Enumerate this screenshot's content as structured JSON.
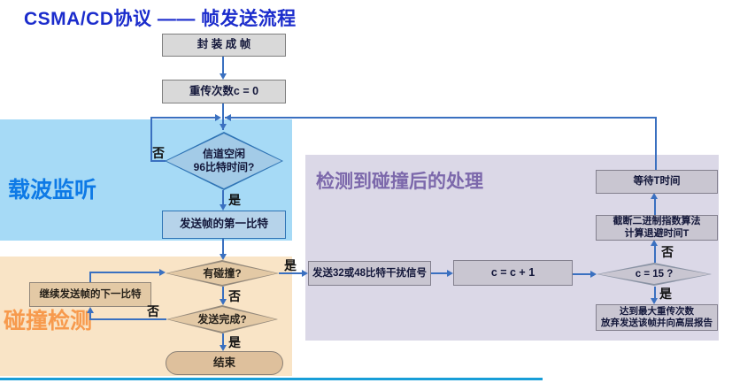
{
  "slide": {
    "title": "CSMA/CD协议 —— 帧发送流程"
  },
  "regions": {
    "carrier_sense": {
      "label": "载波监听"
    },
    "collision_detect": {
      "label": "碰撞检测"
    },
    "post_collision": {
      "label": "检测到碰撞后的处理"
    }
  },
  "nodes": {
    "encapsulate": "封 装 成 帧",
    "retry_zero": "重传次数c = 0",
    "channel_idle": "信道空闲\n96比特时间?",
    "first_bit": "发送帧的第一比特",
    "collision": "有碰撞?",
    "send_done": "发送完成?",
    "continue_next_bit": "继续发送帧的下一比特",
    "end": "结束",
    "jam_signal": "发送32或48比特干扰信号",
    "increment": "c = c + 1",
    "c_equals_15": "c = 15 ?",
    "max_retry": "达到最大重传次数\n放弃发送该帧并向高层报告",
    "backoff": "截断二进制指数算法\n计算退避时间T",
    "wait_t": "等待T时间"
  },
  "edge_labels": {
    "idle_no": "否",
    "idle_yes": "是",
    "collision_yes": "是",
    "collision_no": "否",
    "send_done_no": "否",
    "send_done_yes": "是",
    "c15_no": "否",
    "c15_yes": "是"
  },
  "colors": {
    "title": "#1b2ccc",
    "carrier_sense_bg": "#a6daf6",
    "carrier_sense_label": "#0e7ae6",
    "collision_detect_bg": "#f9e4c6",
    "collision_detect_label": "#f79a4d",
    "post_collision_bg": "#dbd8e7",
    "post_collision_label": "#7c68ab",
    "arrow": "#3a70c0",
    "bottom_divider": "#189ed8"
  }
}
